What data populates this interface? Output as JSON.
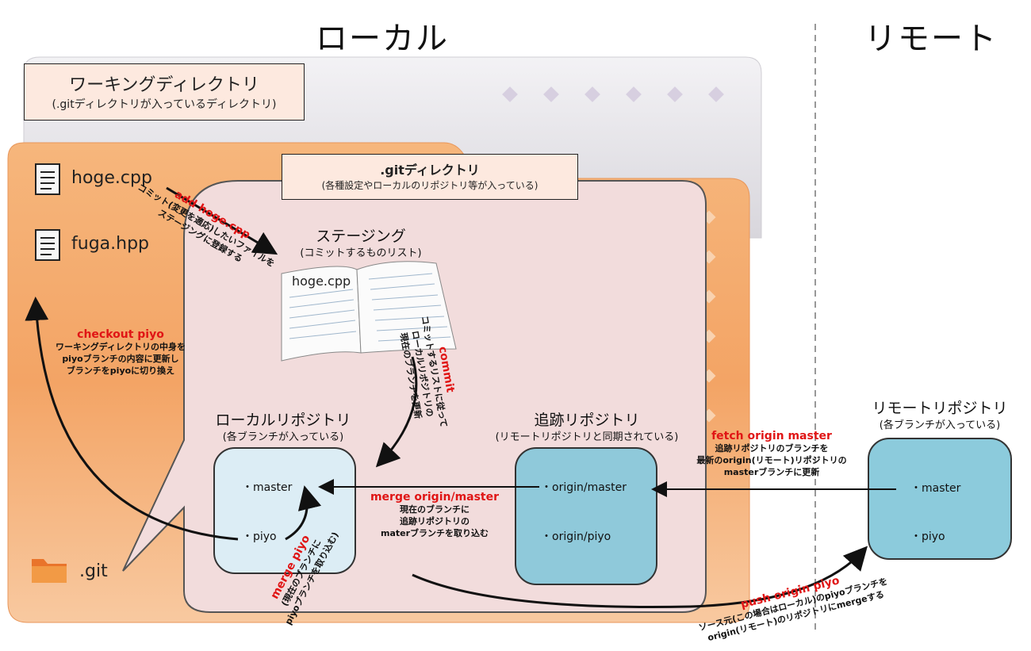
{
  "headings": {
    "local": "ローカル",
    "remote": "リモート"
  },
  "working_dir": {
    "title": "ワーキングディレクトリ",
    "subtitle": "(.gitディレクトリが入っているディレクトリ)"
  },
  "git_dir": {
    "title": ".gitディレクトリ",
    "subtitle": "(各種設定やローカルのリポジトリ等が入っている)"
  },
  "files": {
    "hoge": "hoge.cpp",
    "fuga": "fuga.hpp",
    "git": ".git"
  },
  "staging": {
    "title": "ステージング",
    "subtitle": "(コミットするものリスト)",
    "item": "hoge.cpp"
  },
  "local_repo": {
    "title": "ローカルリポジトリ",
    "subtitle": "(各ブランチが入っている)",
    "branches": [
      "・master",
      "・piyo"
    ]
  },
  "tracking_repo": {
    "title": "追跡リポジトリ",
    "subtitle": "(リモートリポジトリと同期されている)",
    "branches": [
      "・origin/master",
      "・origin/piyo"
    ]
  },
  "remote_repo": {
    "title": "リモートリポジトリ",
    "subtitle": "(各ブランチが入っている)",
    "branches": [
      "・master",
      "・piyo"
    ]
  },
  "commands": {
    "add": {
      "cmd": "add hoge.cpp",
      "desc": [
        "コミット(変更を適応)したいファイルを",
        "ステージングに登録する"
      ]
    },
    "commit": {
      "cmd": "commit",
      "desc": [
        "コミットするリストに従って",
        "ローカルリポジトリの",
        "現在のブランチを更新"
      ]
    },
    "checkout": {
      "cmd": "checkout piyo",
      "desc": [
        "ワーキングディレクトリの中身を",
        "piyoブランチの内容に更新し",
        "ブランチをpiyoに切り換え"
      ]
    },
    "merge": {
      "cmd": "merge piyo",
      "desc": [
        "(現在のブランチに",
        "piyoブランチを取り込む)"
      ]
    },
    "merge_origin": {
      "cmd": "merge origin/master",
      "desc": [
        "現在のブランチに",
        "追跡リポジトリの",
        "materブランチを取り込む"
      ]
    },
    "fetch": {
      "cmd": "fetch origin master",
      "desc": [
        "追跡リポジトリのブランチを",
        "最新のorigin(リモート)リポジトリの",
        "masterブランチに更新"
      ]
    },
    "push": {
      "cmd": "push origin piyo",
      "desc": [
        "ソース元(この場合はローカル)のpiyoブランチを",
        "origin(リモート)のリポジトリにmergeする"
      ]
    }
  },
  "colors": {
    "folder_orange": "#f4a96a",
    "folder_back": "#e4e2e8",
    "git_bubble": "#f2dcdc",
    "local_repo": "#dcedf5",
    "tracking_repo": "#8fc9da",
    "remote_repo": "#8ccbdc",
    "command_red": "#e01515"
  }
}
